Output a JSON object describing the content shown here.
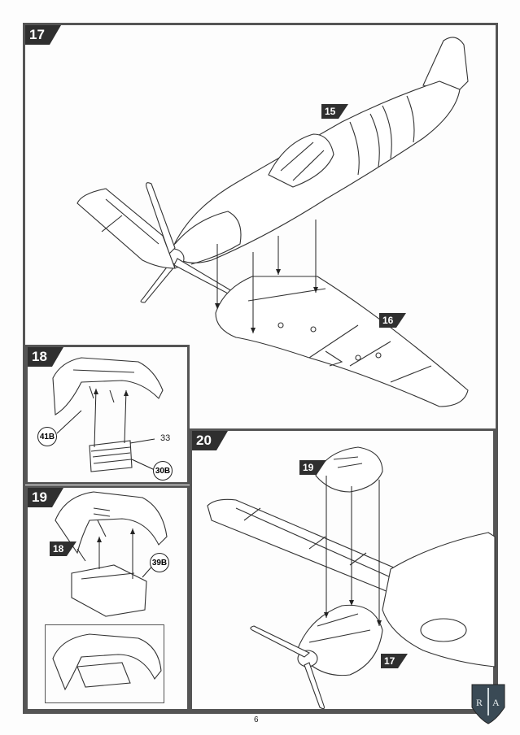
{
  "steps": [
    {
      "number": "17",
      "parts": [
        "15",
        "16"
      ]
    },
    {
      "number": "18",
      "parts": [
        "41B",
        "33",
        "30B"
      ]
    },
    {
      "number": "19",
      "parts": [
        "18",
        "39B"
      ]
    },
    {
      "number": "20",
      "parts": [
        "19",
        "17"
      ]
    }
  ],
  "page_number": "6",
  "logo": {
    "text": "R A"
  }
}
